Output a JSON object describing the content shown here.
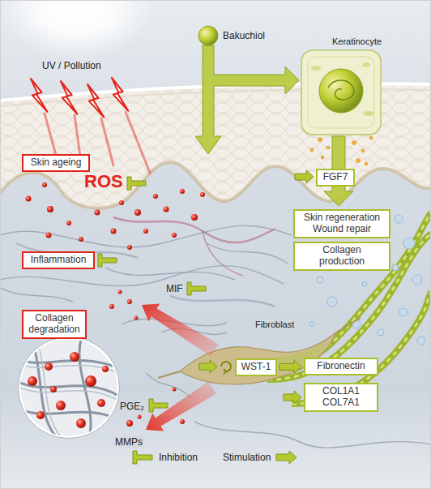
{
  "diagram": {
    "nodes": [
      {
        "text": [
          "Skin ageing"
        ]
      },
      {
        "text": [
          "FGF7"
        ]
      },
      {
        "text": [
          "Skin regeneration Wound repair"
        ]
      },
      {
        "text": [
          "Collagen production"
        ]
      },
      {
        "text": [
          "Inflammation"
        ]
      },
      {
        "text": [
          "Collagen degradation"
        ]
      },
      {
        "text": [
          "WST-1"
        ]
      },
      {
        "text": [
          "Fibronectin"
        ]
      },
      {
        "text": [
          "COL1A1 COL7A1"
        ]
      }
    ],
    "edges": [
      {
        "from": 6,
        "to": 7,
        "arrow": "to"
      }
    ],
    "labels": [
      "UV / Pollution",
      "Bakuchiol",
      "Keratinocyte",
      "ROS",
      "MIF",
      "Fibroblast",
      "PGE₂",
      "MMPs"
    ],
    "legend": [
      {
        "text": "Inhibition"
      },
      {
        "text": "Stimulation"
      }
    ]
  }
}
